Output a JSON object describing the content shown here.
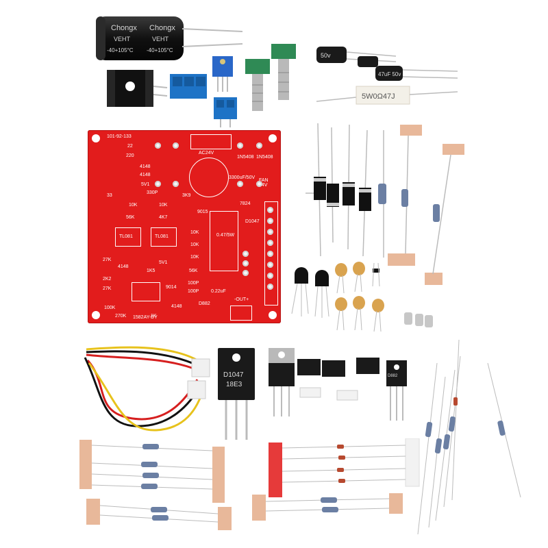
{
  "capacitor": {
    "brand": "Chongx",
    "series": "VEHT",
    "temp": "-40+105°C"
  },
  "small_cap_1": {
    "text": "50v"
  },
  "small_cap_2": {
    "text": "47uF 50v"
  },
  "power_resistor": {
    "text": "5W0Ω47J"
  },
  "pcb": {
    "code": "101-92-133",
    "power_label": "AC24V",
    "fan_label": "FAN 24V",
    "output_label": "-OUT+",
    "bottom_code": "1582AY-DY",
    "labels": [
      "22",
      "220",
      "4148",
      "4148",
      "5V1",
      "330P",
      "3K9",
      "33",
      "10K",
      "10K",
      "56K",
      "4K7",
      "9015",
      "TL081",
      "TL081",
      "27K",
      "4148",
      "5V1",
      "2K2",
      "27K",
      "1K5",
      "9014",
      "100P",
      "100K",
      "270K",
      "1K",
      "4148",
      "D882",
      "10K",
      "10K",
      "10K",
      "56K",
      "D1047",
      "0.47/5W",
      "100P",
      "0.22uF",
      "7824",
      "1N5408",
      "1N5408",
      "3300uF/50V"
    ]
  },
  "transistors": {
    "d1047": {
      "line1": "D1047",
      "line2": "18E3"
    },
    "d882": {
      "text": "D882"
    }
  },
  "colors": {
    "pcb": "#e21c1c",
    "trimmer": "#2a67c8",
    "terminal": "#1e73c6",
    "knob": "#2f8a55",
    "heatsink": "#141414",
    "resistor_tape": "#e8b89a"
  }
}
